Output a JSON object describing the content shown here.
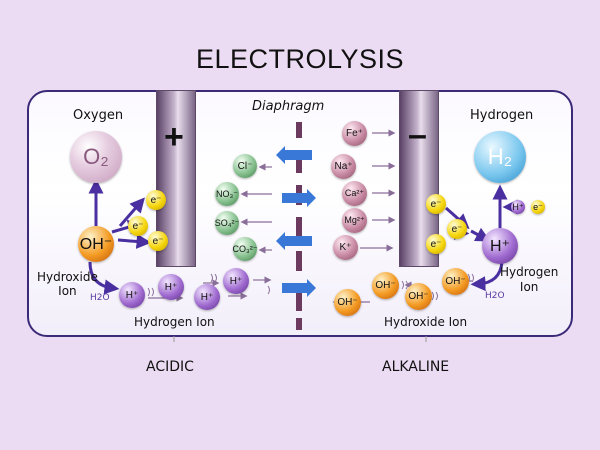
{
  "title": "ELECTROLYSIS",
  "labels": {
    "oxygen": "Oxygen",
    "diaphragm": "Diaphragm",
    "hydrogen": "Hydrogen",
    "hydroxide_ion_left_line1": "Hydroxide",
    "hydroxide_ion_left_line2": "Ion",
    "hydrogen_ion_right_line1": "Hydrogen",
    "hydrogen_ion_right_line2": "Ion",
    "hydrogen_ion_bottom": "Hydrogen Ion",
    "hydroxide_ion_bottom": "Hydroxide Ion",
    "acidic": "ACIDIC",
    "alkaline": "ALKALINE",
    "h2o_left": "H2O",
    "h2o_right": "H2O"
  },
  "electrodes": {
    "anode_sign": "+",
    "cathode_sign": "–"
  },
  "molecules": {
    "o2": "O₂",
    "h2": "H₂",
    "oh_anode": "OH⁻",
    "h_cathode": "H⁺",
    "h_small": "H⁺",
    "e_small": "e⁻"
  },
  "electrons_left": [
    "e⁻",
    "e⁻",
    "e⁻"
  ],
  "electrons_right": [
    "e⁻",
    "e⁻",
    "e⁻"
  ],
  "anions": [
    "Cl⁻",
    "NO₃⁻",
    "SO₄²⁻",
    "CO₃²⁻"
  ],
  "cations": [
    "Fe⁺",
    "Na⁺",
    "Ca²⁺",
    "Mg²⁺",
    "K⁺"
  ],
  "hydrogen_ions": [
    "H⁺",
    "H⁺",
    "H⁺",
    "H⁺"
  ],
  "hydroxide_ions": [
    "OH⁻",
    "OH⁻",
    "OH⁻",
    "OH⁻"
  ],
  "colors": {
    "background": "#ecdcf3",
    "tank_border": "#3a2a78",
    "arrow_blue": "#3a78d8",
    "arrow_purple": "#4a2fa0",
    "diaphragm": "#6b3a5e"
  }
}
